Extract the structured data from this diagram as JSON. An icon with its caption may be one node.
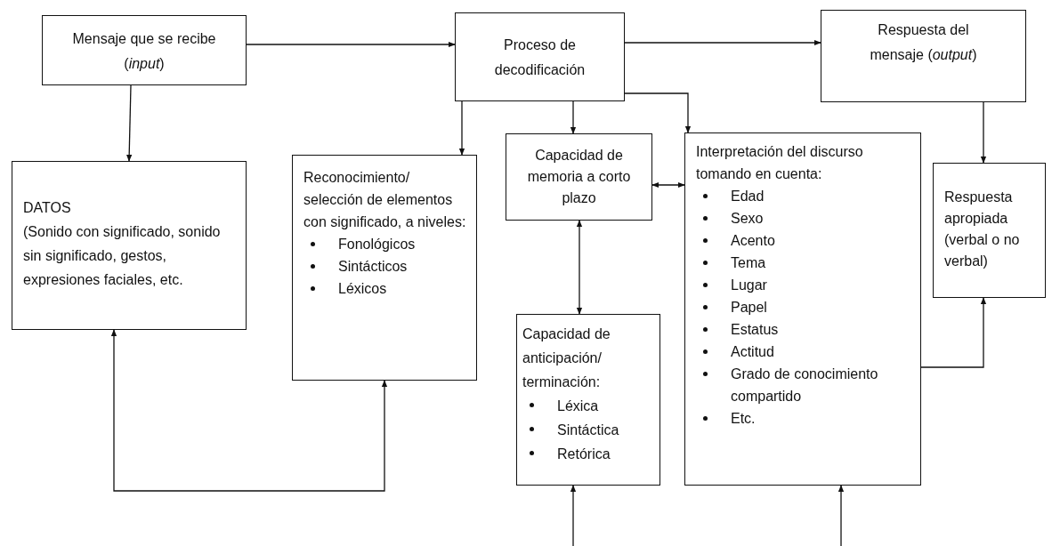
{
  "diagram": {
    "nodes": [
      {
        "text": [
          "Mensaje que se recibe (*input*)"
        ]
      },
      {
        "text": [
          "Proceso de decodificación"
        ]
      },
      {
        "text": [
          "Respuesta del mensaje (*output*)"
        ]
      },
      {
        "text": [
          "DATOS",
          "(Sonido con significado, sonido sin significado, gestos, expresiones faciales, etc."
        ]
      },
      {
        "text": [
          "Reconocimiento/ selección de elementos con significado, a niveles:",
          "Fonológicos",
          "Sintácticos",
          "Léxicos"
        ]
      },
      {
        "text": [
          "Capacidad de memoria a corto plazo"
        ]
      },
      {
        "text": [
          "Interpretación del discurso tomando en cuenta:",
          "Edad",
          "Sexo",
          "Acento",
          "Tema",
          "Lugar",
          "Papel",
          "Estatus",
          "Actitud",
          "Grado de conocimiento compartido",
          "Etc."
        ]
      },
      {
        "text": [
          "Respuesta apropiada (verbal o no verbal)"
        ]
      },
      {
        "text": [
          "Capacidad de anticipación/ terminación:",
          "Léxica",
          "Sintáctica",
          "Retórica"
        ]
      }
    ],
    "edges": [
      {
        "from": 0,
        "to": 1,
        "arrow": "to"
      },
      {
        "from": 0,
        "to": 3,
        "arrow": "to"
      },
      {
        "from": 1,
        "to": 2,
        "arrow": "to"
      },
      {
        "from": 1,
        "to": 4,
        "arrow": "to"
      },
      {
        "from": 1,
        "to": 5,
        "arrow": "to"
      },
      {
        "from": 1,
        "to": 6,
        "arrow": "to"
      },
      {
        "from": 2,
        "to": 7,
        "arrow": "to"
      },
      {
        "from": 5,
        "to": 6,
        "arrow": "both"
      },
      {
        "from": 5,
        "to": 8,
        "arrow": "both"
      },
      {
        "from": 6,
        "to": 7,
        "arrow": "to"
      },
      {
        "from": 3,
        "to": 4,
        "arrow": "both"
      },
      {
        "from": null,
        "to": 8,
        "arrow": "to"
      },
      {
        "from": null,
        "to": 6,
        "arrow": "to"
      }
    ]
  }
}
